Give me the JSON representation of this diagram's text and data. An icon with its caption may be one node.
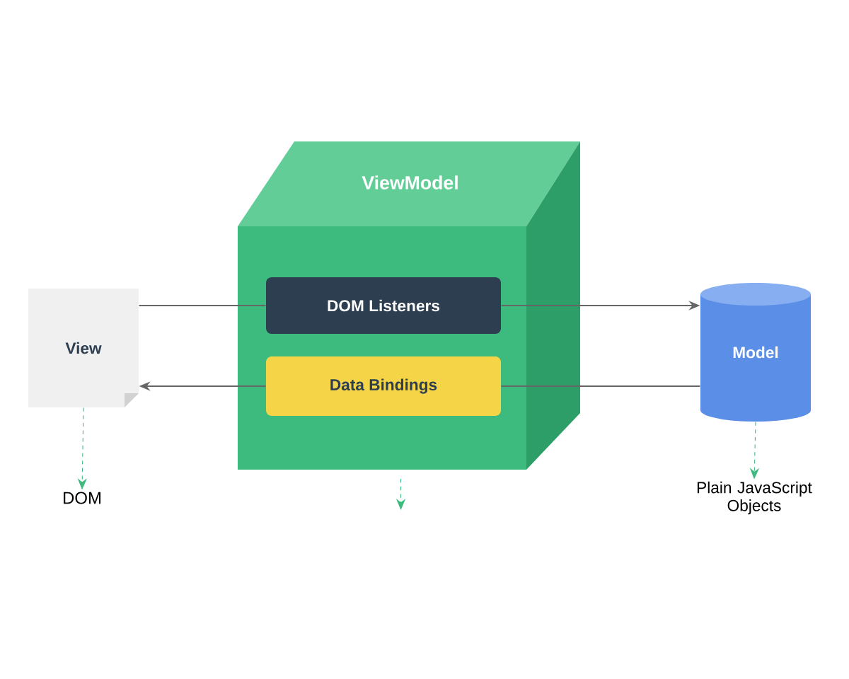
{
  "diagram": {
    "nodes": [
      {
        "text": [
          "View"
        ]
      },
      {
        "text": [
          "ViewModel"
        ]
      },
      {
        "text": [
          "DOM Listeners"
        ],
        "in": 1
      },
      {
        "text": [
          "Data Bindings"
        ],
        "in": 1
      },
      {
        "text": [
          "Model"
        ]
      },
      {
        "text": [
          "DOM"
        ]
      },
      {
        "text": [
          "Plain JavaScript Objects"
        ]
      }
    ],
    "edges": [
      {
        "from": 0,
        "to": 2,
        "arrow": "none"
      },
      {
        "from": 2,
        "to": 4,
        "arrow": "to"
      },
      {
        "from": 4,
        "to": 3,
        "arrow": "none"
      },
      {
        "from": 3,
        "to": 0,
        "arrow": "to"
      },
      {
        "from": 0,
        "to": 5,
        "arrow": "to",
        "style": "dashed",
        "color": "#3dba7e"
      },
      {
        "from": 4,
        "to": 6,
        "arrow": "to",
        "style": "dashed",
        "color": "#3dba7e"
      },
      {
        "from": 1,
        "to": null,
        "arrow": "to",
        "style": "dashed",
        "color": "#3dba7e"
      }
    ]
  }
}
